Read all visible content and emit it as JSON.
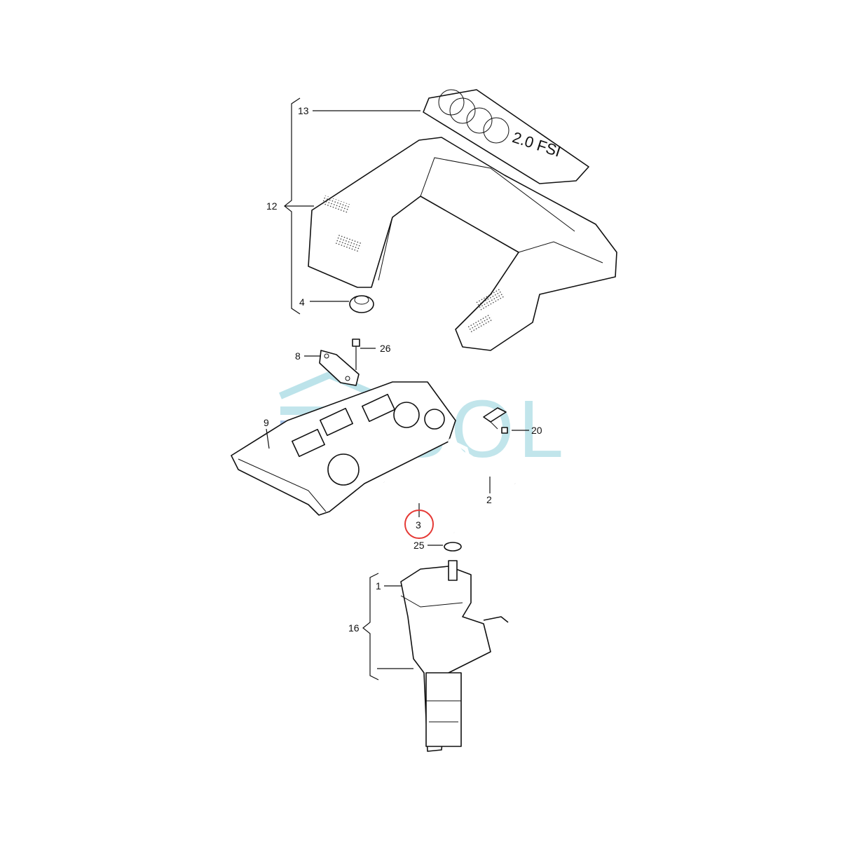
{
  "callouts": {
    "c13": "13",
    "c12": "12",
    "c4": "4",
    "c8": "8",
    "c26": "26",
    "c9": "9",
    "c20": "20",
    "c2": "2",
    "c3": "3",
    "c25": "25",
    "c1": "1",
    "c16": "16"
  },
  "emblem": {
    "engine_badge": "2.0 FSI"
  },
  "watermark": {
    "text": "SOL"
  },
  "highlight": {
    "part": "3",
    "color": "#e53935"
  },
  "colors": {
    "line": "#111111",
    "watermark": "#8fd0dc",
    "watermark_blue": "#5b8fd6"
  }
}
